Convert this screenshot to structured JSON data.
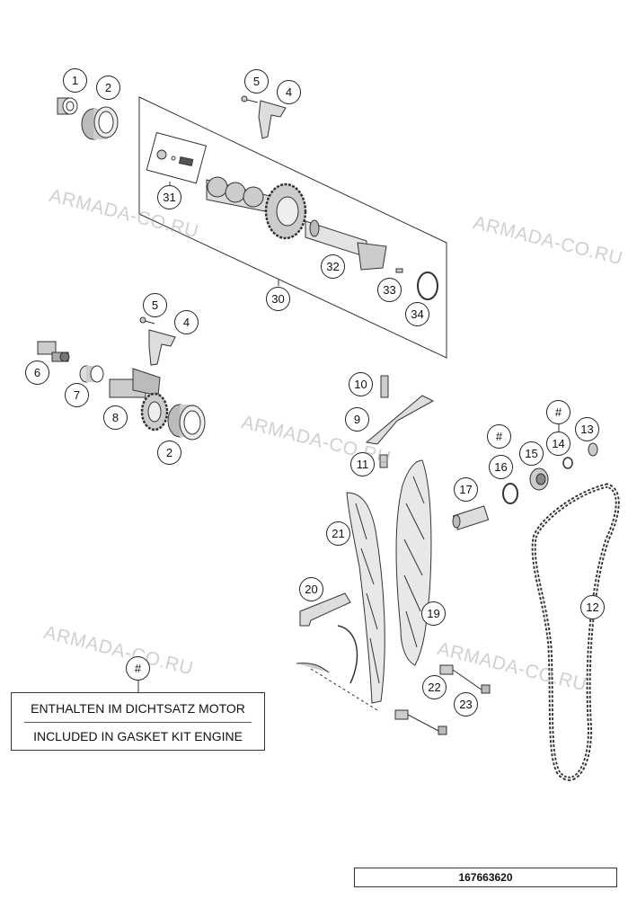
{
  "diagram": {
    "watermark": "ARMADA-CO.RU",
    "note": {
      "symbol": "#",
      "line1": "ENTHALTEN IM DICHTSATZ MOTOR",
      "line2": "INCLUDED IN GASKET KIT ENGINE"
    },
    "document_id": "167663620",
    "callouts": [
      {
        "label": "1"
      },
      {
        "label": "2"
      },
      {
        "label": "5"
      },
      {
        "label": "4"
      },
      {
        "label": "31"
      },
      {
        "label": "32"
      },
      {
        "label": "33"
      },
      {
        "label": "34"
      },
      {
        "label": "30"
      },
      {
        "label": "5"
      },
      {
        "label": "4"
      },
      {
        "label": "6"
      },
      {
        "label": "7"
      },
      {
        "label": "8"
      },
      {
        "label": "2"
      },
      {
        "label": "10"
      },
      {
        "label": "9"
      },
      {
        "label": "11"
      },
      {
        "label": "#"
      },
      {
        "label": "#"
      },
      {
        "label": "13"
      },
      {
        "label": "14"
      },
      {
        "label": "15"
      },
      {
        "label": "16"
      },
      {
        "label": "17"
      },
      {
        "label": "21"
      },
      {
        "label": "20"
      },
      {
        "label": "19"
      },
      {
        "label": "12"
      },
      {
        "label": "22"
      },
      {
        "label": "23"
      },
      {
        "label": "#"
      }
    ]
  }
}
